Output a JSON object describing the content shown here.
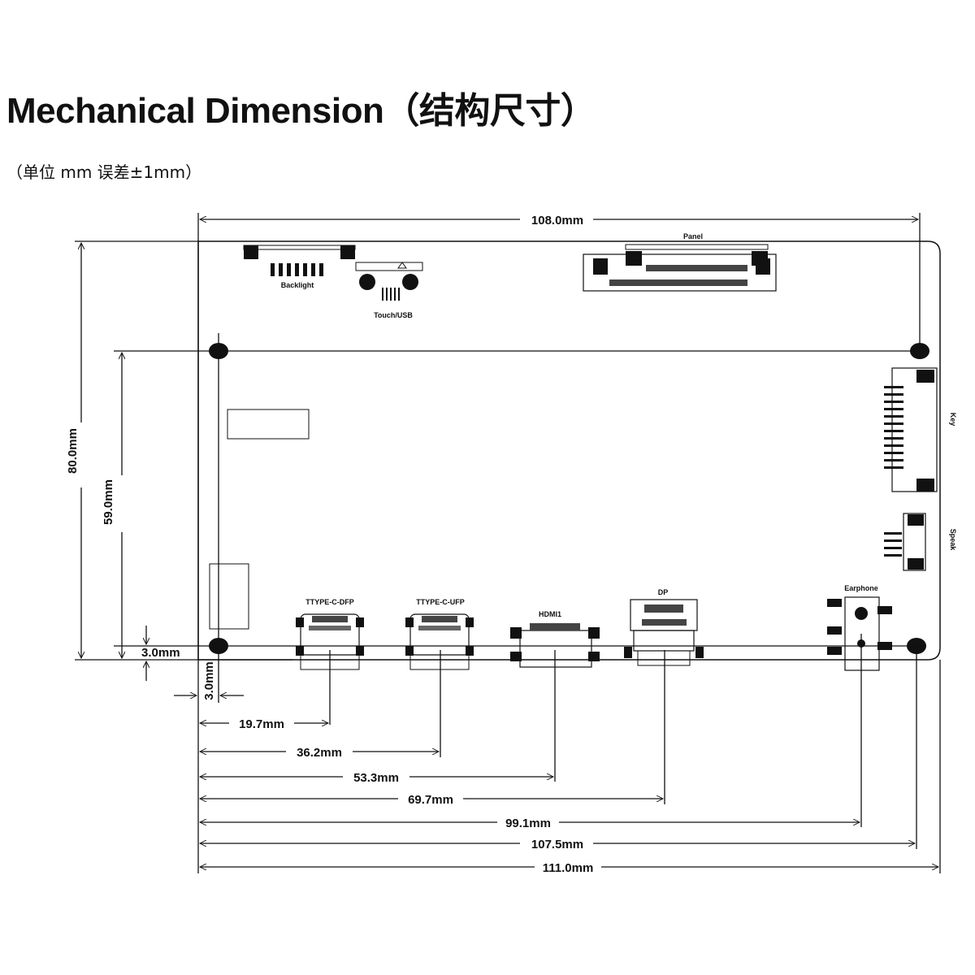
{
  "header": {
    "title": "Mechanical Dimension",
    "title_cn": "（结构尺寸）",
    "subtitle": "（单位 mm  误差±1mm）"
  },
  "labels": {
    "panel": "Panel",
    "backlight": "Backlight",
    "touch_usb": "Touch/USB",
    "key": "Key",
    "speak": "Speak",
    "earphone": "Earphone",
    "dp": "DP",
    "hdmi": "HDMI1",
    "typec_dfp": "TTYPE-C-DFP",
    "typec_ufp": "TTYPE-C-UFP"
  },
  "dimensions": {
    "width_top": "108.0mm",
    "height_total": "80.0mm",
    "height_holes": "59.0mm",
    "margin_bottom": "3.0mm",
    "margin_left": "3.0mm",
    "d_typec_dfp": "19.7mm",
    "d_typec_ufp": "36.2mm",
    "d_hdmi": "53.3mm",
    "d_dp": "69.7mm",
    "d_earphone": "99.1mm",
    "d_hole_right": "107.5mm",
    "d_total": "111.0mm"
  }
}
